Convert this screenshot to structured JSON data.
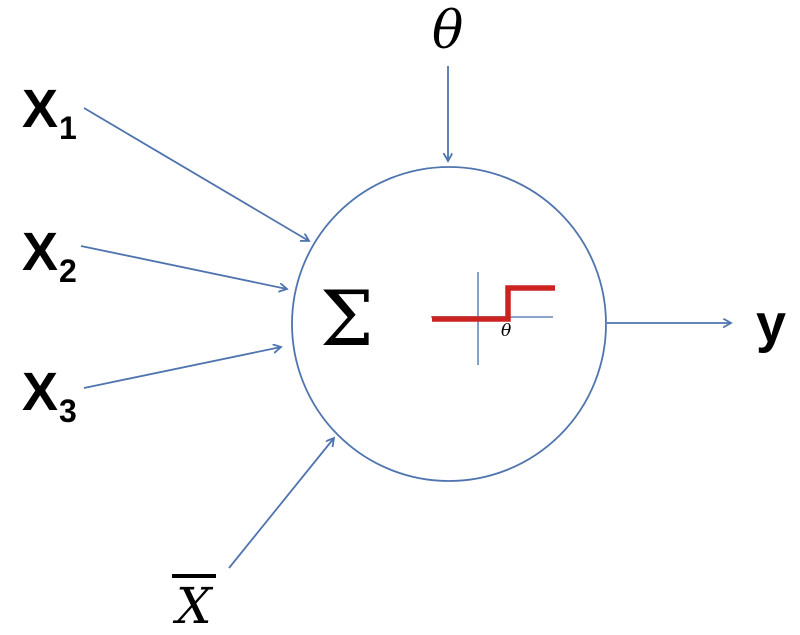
{
  "diagram": {
    "description": "perceptron neuron diagram",
    "inputs": [
      {
        "base": "X",
        "sub": "1"
      },
      {
        "base": "X",
        "sub": "2"
      },
      {
        "base": "X",
        "sub": "3"
      }
    ],
    "bias": {
      "base": "X",
      "decoration": "overbar"
    },
    "threshold_top_label": "θ",
    "sum_symbol": "Σ",
    "activation": {
      "type": "step",
      "threshold_label": "θ",
      "low_level": 0,
      "high_level": 1
    },
    "output_label": "y",
    "colors": {
      "connector": "#4f74ae",
      "axis": "#7b96c2",
      "step": "#cc2220",
      "text": "#000000",
      "node_fill": "#ffffff"
    }
  }
}
